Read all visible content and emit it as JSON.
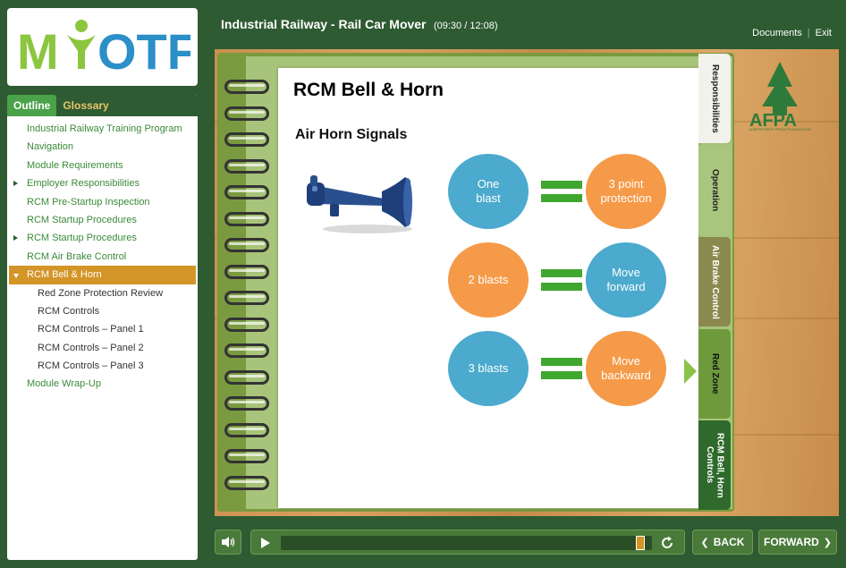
{
  "header": {
    "course_title": "Industrial Railway - Rail Car Mover",
    "timer": "(09:30 / 12:08)",
    "documents_label": "Documents",
    "exit_label": "Exit"
  },
  "logo": {
    "text": "MYOTF"
  },
  "sidebar": {
    "tabs": [
      {
        "label": "Outline",
        "active": true
      },
      {
        "label": "Glossary",
        "active": false
      }
    ],
    "items": [
      {
        "label": "Industrial Railway Training Program",
        "level": 0,
        "arrow": "none"
      },
      {
        "label": "Navigation",
        "level": 0,
        "arrow": "none"
      },
      {
        "label": "Module Requirements",
        "level": 0,
        "arrow": "none"
      },
      {
        "label": "Employer Responsibilities",
        "level": 0,
        "arrow": "right"
      },
      {
        "label": "RCM Pre-Startup Inspection",
        "level": 0,
        "arrow": "none"
      },
      {
        "label": "RCM Startup Procedures",
        "level": 0,
        "arrow": "none"
      },
      {
        "label": "RCM Startup Procedures",
        "level": 0,
        "arrow": "right"
      },
      {
        "label": "RCM Air Brake Control",
        "level": 0,
        "arrow": "none"
      },
      {
        "label": "RCM Bell & Horn",
        "level": 0,
        "arrow": "down",
        "active": true
      },
      {
        "label": "Red Zone Protection Review",
        "level": 1,
        "arrow": "none"
      },
      {
        "label": "RCM Controls",
        "level": 1,
        "arrow": "none"
      },
      {
        "label": "RCM Controls – Panel 1",
        "level": 1,
        "arrow": "none"
      },
      {
        "label": "RCM Controls – Panel 2",
        "level": 1,
        "arrow": "none"
      },
      {
        "label": "RCM Controls – Panel 3",
        "level": 1,
        "arrow": "none"
      },
      {
        "label": "Module Wrap-Up",
        "level": 0,
        "arrow": "none"
      }
    ]
  },
  "content": {
    "page_title": "RCM Bell & Horn",
    "subtitle": "Air Horn Signals",
    "signals": [
      {
        "signal": "One\nblast",
        "meaning": "3 point\nprotection",
        "signal_color": "#4baacd",
        "meaning_color": "#f59a48"
      },
      {
        "signal": "2 blasts",
        "meaning": "Move\nforward",
        "signal_color": "#f59a48",
        "meaning_color": "#4baacd"
      },
      {
        "signal": "3 blasts",
        "meaning": "Move\nbackward",
        "signal_color": "#4baacd",
        "meaning_color": "#f59a48"
      }
    ],
    "side_tabs": [
      {
        "label": "Responsibilities",
        "bg": "#f2f2ec",
        "fg": "#222"
      },
      {
        "label": "Operation",
        "bg": "#a9c67e",
        "fg": "#222"
      },
      {
        "label": "Air Brake Control",
        "bg": "#8b8a4e",
        "fg": "#fff"
      },
      {
        "label": "Red Zone",
        "bg": "#6e9a3c",
        "fg": "#111"
      },
      {
        "label": "RCM Bell, Horn Controls",
        "bg": "#2f6a2c",
        "fg": "#fff"
      }
    ],
    "afpa_logo": {
      "text": "AFPA",
      "tagline": "ALBERTA FOREST PRODUCTS ASSOCIATION"
    }
  },
  "player": {
    "progress_fraction": 0.98,
    "back_label": "BACK",
    "forward_label": "FORWARD"
  },
  "colors": {
    "brand_green": "#2e5b32",
    "accent_orange": "#d39527",
    "link_green": "#3a8a3a"
  }
}
